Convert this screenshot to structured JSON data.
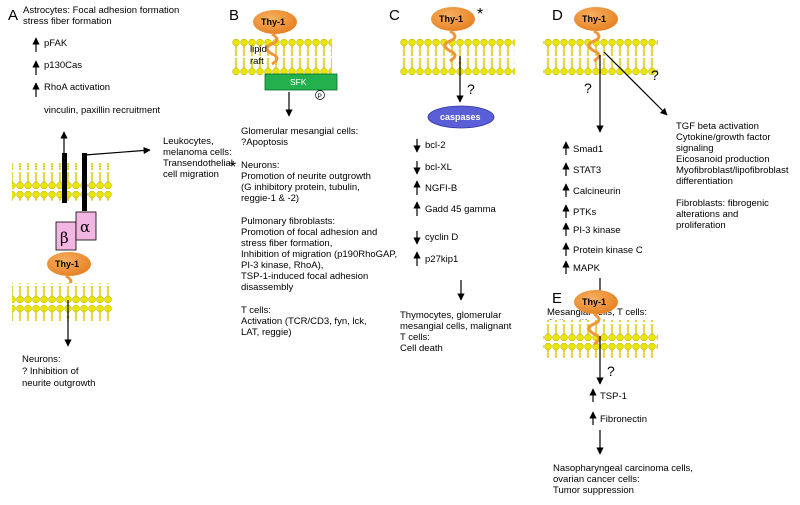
{
  "labels": {
    "thy1": "Thy-1",
    "lipid": "lipid",
    "raft": "raft",
    "sfk": "SFK",
    "p_circle": "P",
    "caspases": "caspases",
    "beta": "β",
    "alpha": "α",
    "question": "?",
    "star": "*"
  },
  "panels": {
    "A": {
      "letter": "A",
      "top_text": [
        "Astrocytes: Focal adhesion formation",
        "stress fiber formation"
      ],
      "effects": [
        "pFAK",
        "p130Cas",
        "RhoA activation",
        "vinculin, paxillin recruitment"
      ],
      "side_text": [
        "Leukocytes,",
        "melanoma cells:",
        "Transendothelial",
        "cell migration"
      ],
      "bottom_text": [
        "Neurons:",
        "? Inhibition of",
        "neurite outgrowth"
      ]
    },
    "B": {
      "letter": "B",
      "text_lines": [
        "Glomerular mesangial cells:",
        "?Apoptosis",
        "",
        "Neurons:",
        "Promotion of neurite outgrowth",
        "(G inhibitory protein, tubulin,",
        "reggie-1 & -2)",
        "",
        "Pulmonary fibroblasts:",
        "Promotion of focal adhesion and",
        "stress fiber formation,",
        "Inhibition of migration (p190RhoGAP,",
        "PI-3 kinase, RhoA),",
        "TSP-1-induced focal adhesion",
        "disassembly",
        "",
        "T cells:",
        "Activation (TCR/CD3, fyn, lck,",
        "LAT, reggie)"
      ]
    },
    "C": {
      "letter": "C",
      "effects": [
        "bcl-2",
        "bcl-XL",
        "NGFI-B",
        "Gadd 45 gamma",
        "cyclin D",
        "p27kip1"
      ],
      "outcome": [
        "Thymocytes, glomerular",
        "mesangial cells, malignant",
        "T cells:",
        "Cell death"
      ]
    },
    "D": {
      "letter": "D",
      "effects": [
        "Smad1",
        "STAT3",
        "Calcineurin",
        "PTKs",
        "PI-3 kinase",
        "Protein kinase C",
        "MAPK"
      ],
      "outcome": [
        "Mesangial cells, T cells:",
        "Cell proliferation"
      ],
      "right_text": [
        "TGF beta activation",
        "Cytokine/growth factor",
        "signaling",
        "Eicosanoid production",
        "Myofibroblast/lipofibroblast",
        "differentiation",
        "",
        "Fibroblasts: fibrogenic",
        "alterations and",
        "proliferation"
      ]
    },
    "E": {
      "letter": "E",
      "effects": [
        "TSP-1",
        "Fibronectin"
      ],
      "outcome": [
        "Nasopharyngeal carcinoma cells,",
        "ovarian cancer cells:",
        "Tumor suppression"
      ]
    }
  },
  "colors": {
    "thy1_orange": "#f0963a",
    "lipid_yellow": "#e8e600",
    "sfk_green": "#22b14c",
    "caspase_blue": "#5a5fd8",
    "integrin_pink": "#f3b6e3"
  }
}
